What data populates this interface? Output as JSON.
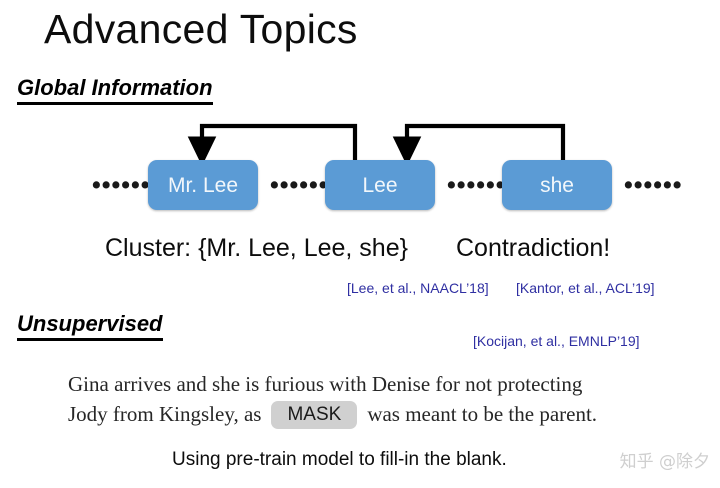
{
  "slide": {
    "title": "Advanced Topics",
    "watermark": "知乎 @除夕"
  },
  "sections": [
    {
      "id": "global",
      "heading": "Global Information"
    },
    {
      "id": "unsupervised",
      "heading": "Unsupervised"
    }
  ],
  "chain": {
    "nodes": [
      {
        "label": "Mr. Lee"
      },
      {
        "label": "Lee"
      },
      {
        "label": "she"
      }
    ],
    "ellipses": [
      "••••••",
      "••••••",
      "••••••",
      "••••••"
    ],
    "node_color": "#5B9BD5",
    "node_text_color": "#F2F7FB",
    "arrows": [
      {
        "from": "Lee",
        "to": "Mr. Lee"
      },
      {
        "from": "she",
        "to": "Lee"
      }
    ]
  },
  "captions": {
    "cluster": "Cluster: {Mr. Lee, Lee, she}",
    "contradiction": "Contradiction!"
  },
  "citations": {
    "color": "#2F2FA2",
    "lee": "[Lee, et al., NAACL’18]",
    "kantor": "[Kantor, et al., ACL’19]",
    "kocijan": "[Kocijan, et al., EMNLP’19]"
  },
  "example": {
    "line1": "Gina arrives and she is furious with Denise for not protecting",
    "line2_before": "Jody from Kingsley, as",
    "mask_label": "MASK",
    "line2_after": "was meant to be the parent.",
    "mask_color": "#D0D0D0"
  },
  "bottom_note": "Using pre-train model to fill-in the blank."
}
